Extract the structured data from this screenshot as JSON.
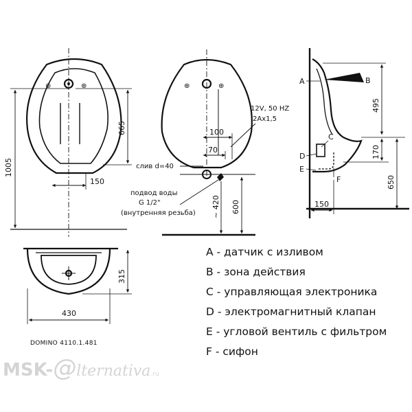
{
  "front_view": {
    "dim_height_total": "1005",
    "dim_height_upper": "665",
    "dim_offset": "150"
  },
  "side_view": {
    "electrical_label": "12V, 50 HZ",
    "fuse_label": "2Ax1,5",
    "dim_100": "100",
    "dim_70": "70",
    "drain_label": "слив d=40",
    "water_supply_label": "подвод воды",
    "thread_label": "G 1/2\"",
    "thread_note": "(внутренняя резьба)",
    "dim_420": "~ 420",
    "dim_600": "600"
  },
  "profile_view": {
    "label_a": "A",
    "label_b": "B",
    "label_c": "C",
    "label_d": "D",
    "label_e": "E",
    "label_f": "F",
    "dim_495": "495",
    "dim_170": "170",
    "dim_650": "650",
    "dim_150": "150"
  },
  "top_view": {
    "dim_width": "430",
    "dim_depth": "315"
  },
  "model_label": "DOMINO 4110.1.481",
  "legend": [
    "A - датчик с изливом",
    "B - зона действия",
    "C - управляющая электроника",
    "D - электромагнитный клапан",
    "E - угловой вентиль с фильтром",
    "F - сифон"
  ],
  "watermark": {
    "prefix": "MSK-",
    "at": "@",
    "suffix": "lternativa",
    "tld": ".ru"
  }
}
